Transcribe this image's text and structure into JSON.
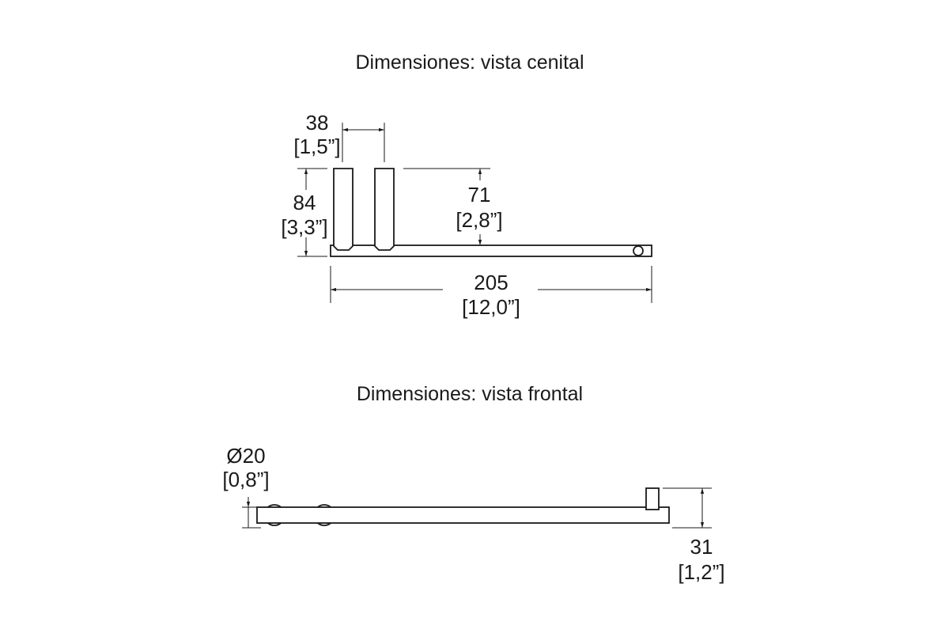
{
  "top_view": {
    "title": "Dimensiones: vista cenital",
    "width_gap": {
      "mm": "38",
      "inch": "[1,5”]"
    },
    "depth": {
      "mm": "84",
      "inch": "[3,3”]"
    },
    "inner_depth": {
      "mm": "71",
      "inch": "[2,8”]"
    },
    "length": {
      "mm": "205",
      "inch": "[12,0”]"
    }
  },
  "front_view": {
    "title": "Dimensiones: vista frontal",
    "diameter": {
      "mm": "Ø20",
      "inch": "[0,8”]"
    },
    "height": {
      "mm": "31",
      "inch": "[1,2”]"
    }
  },
  "colors": {
    "line": "#1a1a1a",
    "background": "#ffffff"
  }
}
